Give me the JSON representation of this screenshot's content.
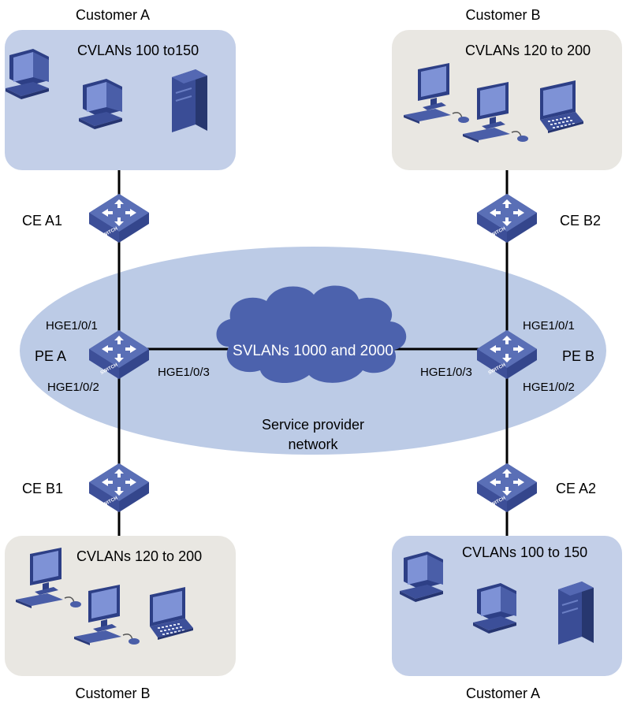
{
  "customers": {
    "top_left": {
      "name": "Customer A",
      "vlans": "CVLANs 100 to150"
    },
    "top_right": {
      "name": "Customer B",
      "vlans": "CVLANs 120 to 200"
    },
    "bottom_left": {
      "name": "Customer B",
      "vlans": "CVLANs 120 to 200"
    },
    "bottom_right": {
      "name": "Customer A",
      "vlans": "CVLANs 100 to 150"
    }
  },
  "devices": {
    "ce_a1": "CE A1",
    "ce_b2": "CE B2",
    "pe_a": "PE A",
    "pe_b": "PE B",
    "ce_b1": "CE B1",
    "ce_a2": "CE A2",
    "switch_label": "SWITCH"
  },
  "ports": {
    "pe_a_p1": "HGE1/0/1",
    "pe_a_p2": "HGE1/0/2",
    "pe_a_p3": "HGE1/0/3",
    "pe_b_p1": "HGE1/0/1",
    "pe_b_p2": "HGE1/0/2",
    "pe_b_p3": "HGE1/0/3"
  },
  "network": {
    "cloud_label": "SVLANs 1000 and 2000",
    "provider_line1": "Service provider",
    "provider_line2": "network"
  },
  "colors": {
    "customer_a_bg": "#c3cfe8",
    "customer_b_bg": "#e9e7e2",
    "provider_ellipse": "#bccbe6",
    "cloud": "#4c62ad",
    "switch_top": "#5a6fb6",
    "switch_side": "#34468c",
    "link": "#000000"
  }
}
